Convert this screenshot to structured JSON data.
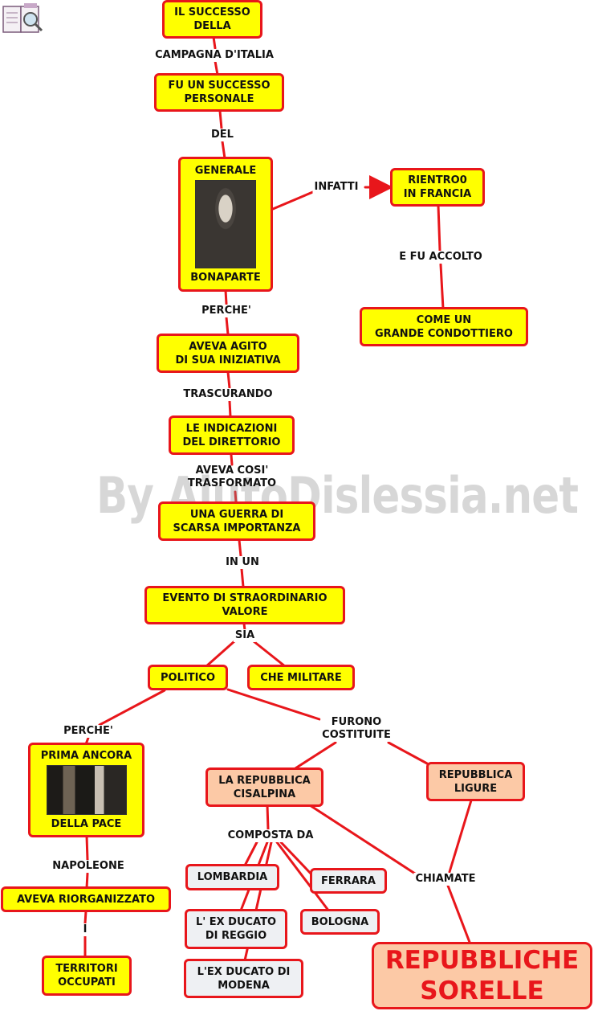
{
  "watermark": "By AiutoDislessia.net",
  "nodes": {
    "successo": "IL SUCCESSO\nDELLA",
    "personale": "FU UN SUCCESSO\nPERSONALE",
    "generale_top": "GENERALE",
    "generale_bottom": "BONAPARTE",
    "rientro": "RIENTRO0\nIN FRANCIA",
    "condottiero": "COME UN\nGRANDE CONDOTTIERO",
    "agito": "AVEVA AGITO\nDI SUA INIZIATIVA",
    "indicazioni": "LE INDICAZIONI\nDEL DIRETTORIO",
    "guerra": "UNA GUERRA DI\nSCARSA IMPORTANZA",
    "evento": "EVENTO DI STRAORDINARIO\nVALORE",
    "politico": "POLITICO",
    "militare": "CHE MILITARE",
    "pace_top": "PRIMA ANCORA",
    "pace_bottom": "DELLA PACE",
    "riorganizzato": "AVEVA RIORGANIZZATO",
    "territori": "TERRITORI\nOCCUPATI",
    "cisalpina": "LA REPUBBLICA\nCISALPINA",
    "ligure": "REPUBBLICA\nLIGURE",
    "lombardia": "LOMBARDIA",
    "ferrara": "FERRARA",
    "bologna": "BOLOGNA",
    "reggio": "L' EX DUCATO\nDI  REGGIO",
    "modena": "L'EX DUCATO DI\nMODENA",
    "sorelle": "REPUBBLICHE\nSORELLE"
  },
  "labels": {
    "campagna": "CAMPAGNA D'ITALIA",
    "del": "DEL",
    "infatti": "INFATTI",
    "accolto": "E FU ACCOLTO",
    "perche1": "PERCHE'",
    "trascurando": "TRASCURANDO",
    "trasformato": "AVEVA COSI'\nTRASFORMATO",
    "inun": "IN UN",
    "sia": "SIA",
    "perche2": "PERCHE'",
    "furono": "FURONO\nCOSTITUITE",
    "napoleone": "NAPOLEONE",
    "i": "I",
    "composta": "COMPOSTA DA",
    "chiamate": "CHIAMATE"
  },
  "icons": {
    "portrait": "portrait-image",
    "scene": "peace-scene-image",
    "logo": "book-magnifier-logo"
  },
  "colors": {
    "line": "#e8161b",
    "yellow": "#ffff00",
    "peach": "#fcc9a6",
    "grey": "#eef0f3"
  }
}
